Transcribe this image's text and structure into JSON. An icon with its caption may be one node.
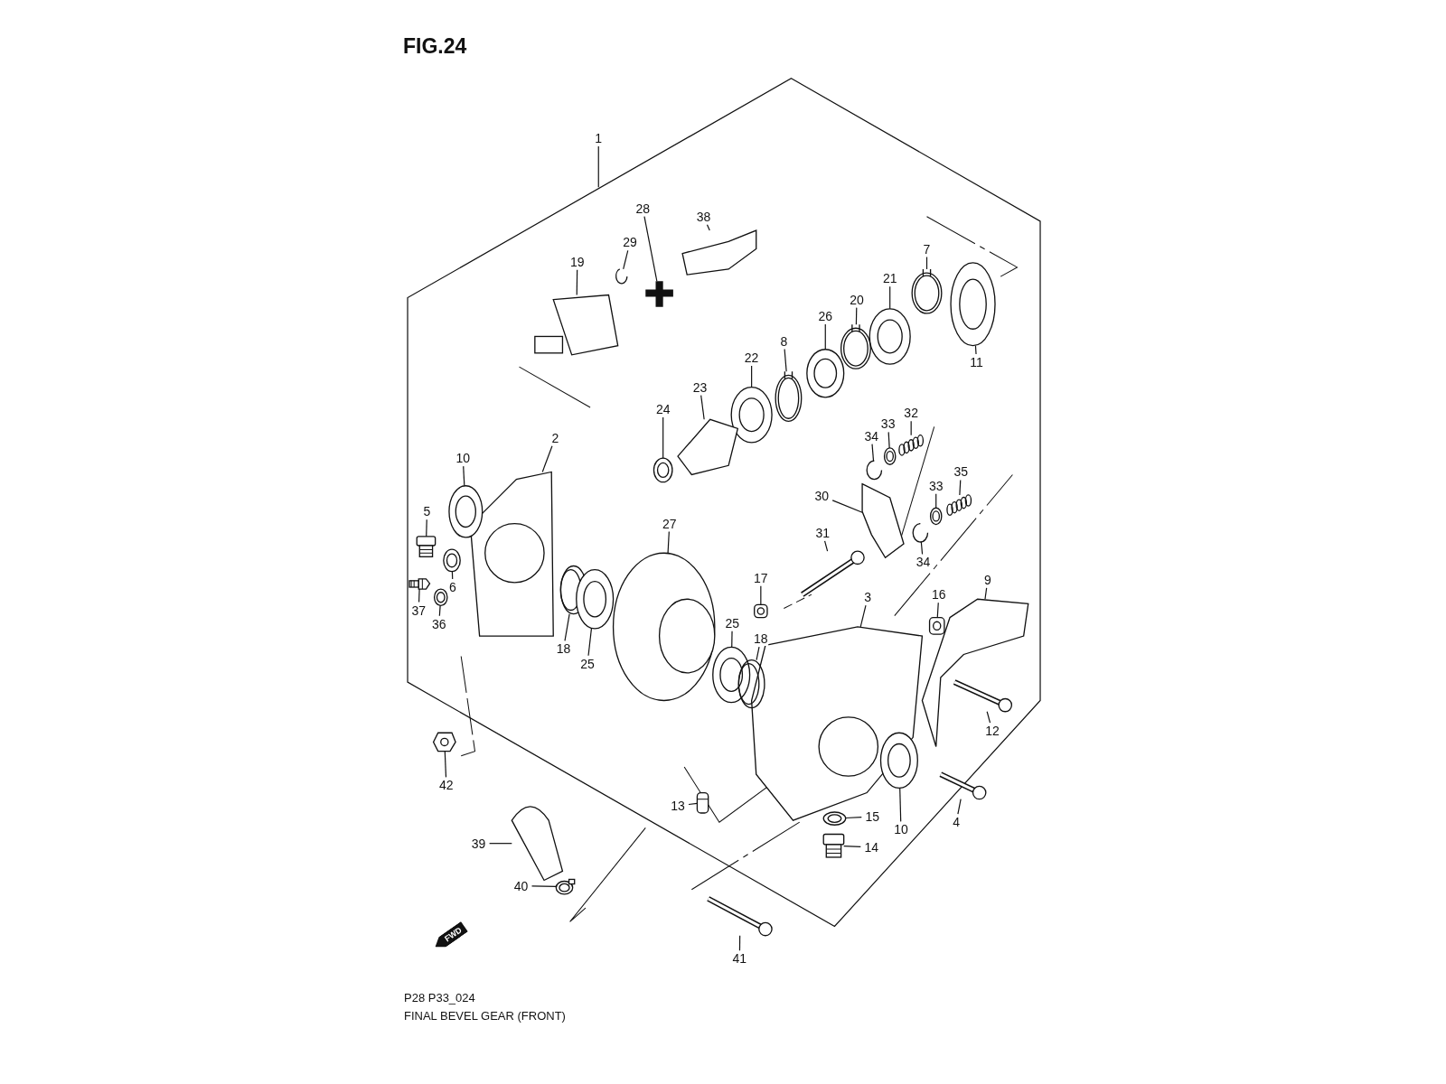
{
  "diagram": {
    "title": "FIG.24",
    "nodes": [
      {
        "text": [
          "1"
        ]
      },
      {
        "text": [
          "28"
        ]
      },
      {
        "text": [
          "38"
        ]
      },
      {
        "text": [
          "29"
        ]
      },
      {
        "text": [
          "19"
        ]
      },
      {
        "text": [
          "7"
        ]
      },
      {
        "text": [
          "21"
        ]
      },
      {
        "text": [
          "20"
        ]
      },
      {
        "text": [
          "26"
        ]
      },
      {
        "text": [
          "11"
        ]
      },
      {
        "text": [
          "8"
        ]
      },
      {
        "text": [
          "22"
        ]
      },
      {
        "text": [
          "23"
        ]
      },
      {
        "text": [
          "24"
        ]
      },
      {
        "text": [
          "2"
        ]
      },
      {
        "text": [
          "10"
        ]
      },
      {
        "text": [
          "5"
        ]
      },
      {
        "text": [
          "6"
        ]
      },
      {
        "text": [
          "37"
        ]
      },
      {
        "text": [
          "36"
        ]
      },
      {
        "text": [
          "32"
        ]
      },
      {
        "text": [
          "33"
        ]
      },
      {
        "text": [
          "34"
        ]
      },
      {
        "text": [
          "30"
        ]
      },
      {
        "text": [
          "35"
        ]
      },
      {
        "text": [
          "33"
        ]
      },
      {
        "text": [
          "34"
        ]
      },
      {
        "text": [
          "27"
        ]
      },
      {
        "text": [
          "31"
        ]
      },
      {
        "text": [
          "17"
        ]
      },
      {
        "text": [
          "16"
        ]
      },
      {
        "text": [
          "9"
        ]
      },
      {
        "text": [
          "3"
        ]
      },
      {
        "text": [
          "25"
        ]
      },
      {
        "text": [
          "18"
        ]
      },
      {
        "text": [
          "18"
        ]
      },
      {
        "text": [
          "25"
        ]
      },
      {
        "text": [
          "12"
        ]
      },
      {
        "text": [
          "42"
        ]
      },
      {
        "text": [
          "13"
        ]
      },
      {
        "text": [
          "15"
        ]
      },
      {
        "text": [
          "10"
        ]
      },
      {
        "text": [
          "4"
        ]
      },
      {
        "text": [
          "14"
        ]
      },
      {
        "text": [
          "39"
        ]
      },
      {
        "text": [
          "40"
        ]
      },
      {
        "text": [
          "41"
        ]
      },
      {
        "text": [],
        "shape": "picture"
      },
      {
        "text": [],
        "shape": "picture"
      },
      {
        "text": [],
        "shape": "picture"
      },
      {
        "text": [],
        "shape": "picture"
      },
      {
        "text": [],
        "shape": "picture"
      },
      {
        "text": [],
        "shape": "picture"
      },
      {
        "text": [],
        "shape": "picture"
      },
      {
        "text": [],
        "shape": "picture"
      },
      {
        "text": [],
        "shape": "picture"
      },
      {
        "text": [],
        "shape": "picture"
      },
      {
        "text": [],
        "shape": "picture"
      },
      {
        "text": [],
        "shape": "picture"
      },
      {
        "text": [],
        "shape": "picture"
      },
      {
        "text": [],
        "shape": "picture"
      },
      {
        "text": [],
        "shape": "picture"
      },
      {
        "text": [],
        "shape": "picture"
      },
      {
        "text": [],
        "shape": "picture"
      },
      {
        "text": [],
        "shape": "picture"
      },
      {
        "text": [],
        "shape": "picture"
      },
      {
        "text": [],
        "shape": "picture"
      },
      {
        "text": [],
        "shape": "picture"
      },
      {
        "text": [],
        "shape": "picture"
      },
      {
        "text": [],
        "shape": "picture"
      },
      {
        "text": [],
        "shape": "picture"
      },
      {
        "text": [],
        "shape": "picture"
      },
      {
        "text": [],
        "shape": "picture"
      },
      {
        "text": [],
        "shape": "picture"
      },
      {
        "text": [],
        "shape": "picture"
      },
      {
        "text": [],
        "shape": "picture"
      },
      {
        "text": [],
        "shape": "picture"
      },
      {
        "text": [],
        "shape": "picture"
      },
      {
        "text": [],
        "shape": "picture"
      },
      {
        "text": [],
        "shape": "picture"
      },
      {
        "text": [],
        "shape": "picture"
      },
      {
        "text": [],
        "shape": "picture"
      },
      {
        "text": [],
        "shape": "picture"
      },
      {
        "text": [],
        "shape": "picture"
      },
      {
        "text": [],
        "shape": "picture"
      },
      {
        "text": [],
        "shape": "picture"
      },
      {
        "text": [],
        "shape": "picture"
      },
      {
        "text": [],
        "shape": "picture"
      },
      {
        "text": [],
        "shape": "picture"
      },
      {
        "text": [],
        "shape": "picture"
      },
      {
        "text": [],
        "shape": "picture"
      },
      {
        "text": [],
        "shape": "picture"
      },
      {
        "text": [],
        "shape": "picture"
      }
    ],
    "edges": [
      {
        "from": 0,
        "to": null,
        "arrow": "none"
      },
      {
        "from": 1,
        "to": 47,
        "arrow": "none"
      },
      {
        "from": 2,
        "to": 48,
        "arrow": "none"
      },
      {
        "from": 3,
        "to": 49,
        "arrow": "none"
      },
      {
        "from": 4,
        "to": 50,
        "arrow": "none"
      },
      {
        "from": 5,
        "to": 51,
        "arrow": "none"
      },
      {
        "from": 6,
        "to": 52,
        "arrow": "none"
      },
      {
        "from": 7,
        "to": 53,
        "arrow": "none"
      },
      {
        "from": 8,
        "to": 54,
        "arrow": "none"
      },
      {
        "from": 9,
        "to": 55,
        "arrow": "none"
      },
      {
        "from": 10,
        "to": 56,
        "arrow": "none"
      },
      {
        "from": 11,
        "to": 57,
        "arrow": "none"
      },
      {
        "from": 12,
        "to": 58,
        "arrow": "none"
      },
      {
        "from": 13,
        "to": 59,
        "arrow": "none"
      },
      {
        "from": 14,
        "to": 60,
        "arrow": "none"
      },
      {
        "from": 15,
        "to": 61,
        "arrow": "none"
      },
      {
        "from": 16,
        "to": 62,
        "arrow": "none"
      },
      {
        "from": 17,
        "to": 63,
        "arrow": "none"
      },
      {
        "from": 18,
        "to": 64,
        "arrow": "none"
      },
      {
        "from": 19,
        "to": 65,
        "arrow": "none"
      },
      {
        "from": 20,
        "to": 66,
        "arrow": "none"
      },
      {
        "from": 21,
        "to": 67,
        "arrow": "none"
      },
      {
        "from": 22,
        "to": 68,
        "arrow": "none"
      },
      {
        "from": 23,
        "to": 69,
        "arrow": "none"
      },
      {
        "from": 24,
        "to": 70,
        "arrow": "none"
      },
      {
        "from": 25,
        "to": 71,
        "arrow": "none"
      },
      {
        "from": 26,
        "to": 72,
        "arrow": "none"
      },
      {
        "from": 27,
        "to": 73,
        "arrow": "none"
      },
      {
        "from": 28,
        "to": 74,
        "arrow": "none"
      },
      {
        "from": 29,
        "to": 75,
        "arrow": "none"
      },
      {
        "from": 30,
        "to": 76,
        "arrow": "none"
      },
      {
        "from": 31,
        "to": 77,
        "arrow": "none"
      },
      {
        "from": 32,
        "to": 78,
        "arrow": "none"
      },
      {
        "from": 33,
        "to": 79,
        "arrow": "none"
      },
      {
        "from": 34,
        "to": 80,
        "arrow": "none"
      },
      {
        "from": 35,
        "to": 81,
        "arrow": "none"
      },
      {
        "from": 36,
        "to": 82,
        "arrow": "none"
      },
      {
        "from": 37,
        "to": 83,
        "arrow": "none"
      },
      {
        "from": 38,
        "to": 84,
        "arrow": "none"
      },
      {
        "from": 39,
        "to": 85,
        "arrow": "none"
      },
      {
        "from": 40,
        "to": 86,
        "arrow": "none"
      },
      {
        "from": 41,
        "to": 87,
        "arrow": "none"
      },
      {
        "from": 42,
        "to": 88,
        "arrow": "none"
      },
      {
        "from": 43,
        "to": 89,
        "arrow": "none"
      },
      {
        "from": 44,
        "to": 90,
        "arrow": "none"
      },
      {
        "from": 45,
        "to": 91,
        "arrow": "none"
      },
      {
        "from": 46,
        "to": 92,
        "arrow": "none"
      }
    ],
    "labels": [
      "FWD",
      "P28 P33_024",
      "FINAL BEVEL GEAR (FRONT)"
    ]
  }
}
